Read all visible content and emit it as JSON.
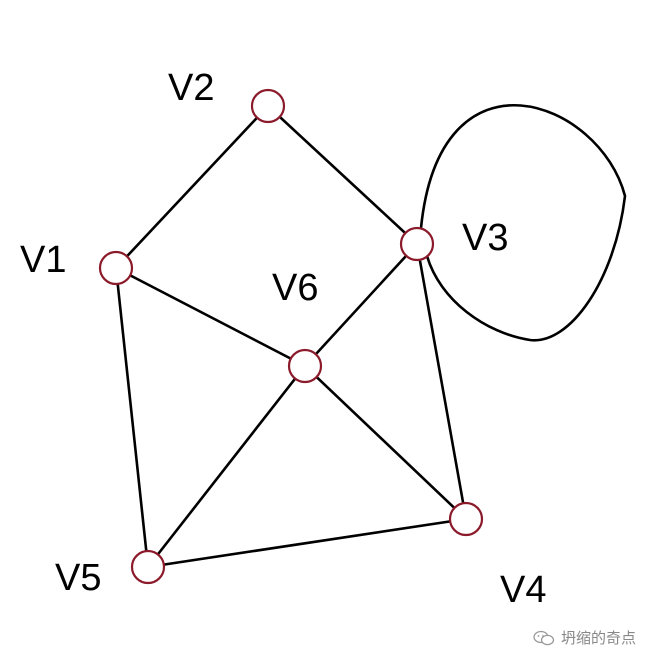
{
  "graph": {
    "nodes": [
      {
        "id": "v1",
        "label": "V1"
      },
      {
        "id": "v2",
        "label": "V2"
      },
      {
        "id": "v3",
        "label": "V3"
      },
      {
        "id": "v4",
        "label": "V4"
      },
      {
        "id": "v5",
        "label": "V5"
      },
      {
        "id": "v6",
        "label": "V6"
      }
    ],
    "edges": [
      [
        "v1",
        "v2"
      ],
      [
        "v2",
        "v3"
      ],
      [
        "v1",
        "v6"
      ],
      [
        "v1",
        "v5"
      ],
      [
        "v3",
        "v6"
      ],
      [
        "v3",
        "v4"
      ],
      [
        "v3",
        "v3"
      ],
      [
        "v6",
        "v5"
      ],
      [
        "v6",
        "v4"
      ],
      [
        "v5",
        "v4"
      ]
    ],
    "colors": {
      "edge": "#000000",
      "node_stroke": "#8b1a2b",
      "node_fill": "#ffffff"
    }
  },
  "watermark": {
    "icon": "wechat-icon",
    "text": "坍缩的奇点"
  }
}
